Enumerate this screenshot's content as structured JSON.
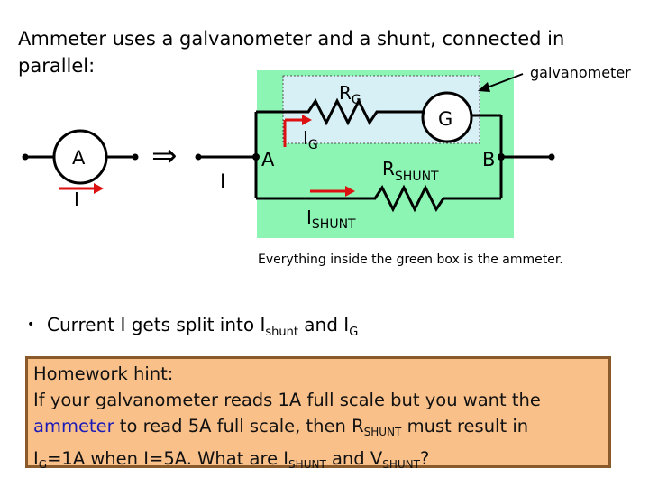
{
  "title_line1": "Ammeter uses a galvanometer and a shunt, connected in",
  "title_line2": "parallel:",
  "labels": {
    "galvanometer": "galvanometer",
    "rg_main": "R",
    "rg_sub": "G",
    "g_meter": "G",
    "meter_a": "A",
    "meter_i": "I",
    "implies": "⇒",
    "node_i": "I",
    "node_a": "A",
    "ig_main": "I",
    "ig_sub": "G",
    "rshunt_main": "R",
    "rshunt_sub": "SHUNT",
    "node_b": "B",
    "ishunt_main": "I",
    "ishunt_sub": "SHUNT"
  },
  "caption": "Everything inside the green box is the ammeter.",
  "bullet": {
    "dot": "•",
    "text1": "Current I gets split into I",
    "sub1": "shunt",
    "text2": " and I",
    "sub2": "G"
  },
  "hint": {
    "line1": "Homework hint:",
    "line2": "If your galvanometer reads 1A full scale but you want the",
    "line3_blue": "ammeter",
    "line3_rest": " to read 5A full scale, then R",
    "line3_sub": "SHUNT",
    "line3_end": " must result in",
    "line4_a": "I",
    "line4_a_sub": "G",
    "line4_b": "=1A when I=5A. What are I",
    "line4_b_sub": "SHUNT",
    "line4_c": " and V",
    "line4_c_sub": "SHUNT",
    "line4_d": "?"
  },
  "colors": {
    "green_box": "#8cf5b3",
    "blue_box": "#d7f0f5",
    "arrow_red": "#dd1111",
    "hint_bg": "#f9c08a",
    "hint_blue": "#1a1ab8"
  }
}
